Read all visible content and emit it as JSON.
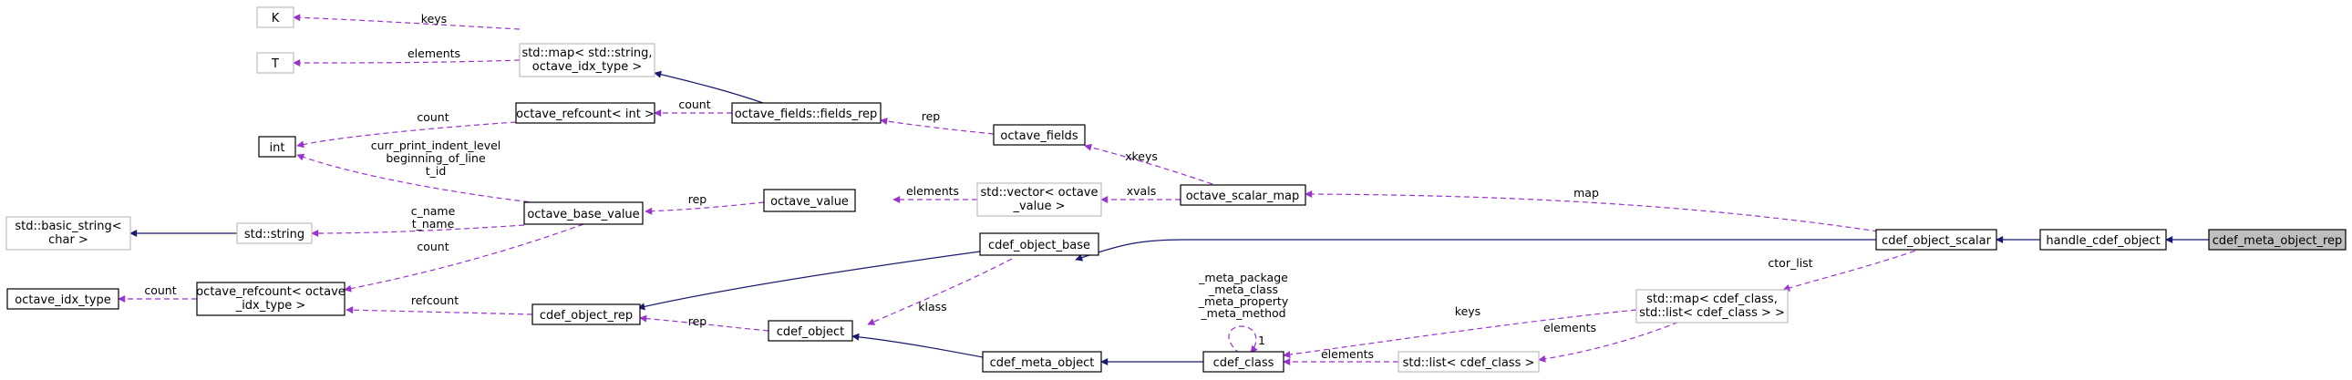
{
  "nodes": {
    "K": "K",
    "T": "T",
    "std_map_string": [
      "std::map< std::string,",
      "octave_idx_type >"
    ],
    "octave_refcount_int": "octave_refcount< int >",
    "octave_fields_rep": "octave_fields::fields_rep",
    "octave_fields": "octave_fields",
    "int": "int",
    "std_basic_string": [
      "std::basic_string<",
      "char >"
    ],
    "std_string": "std::string",
    "octave_base_value": "octave_base_value",
    "octave_value": "octave_value",
    "std_vector": [
      "std::vector< octave",
      "_value >"
    ],
    "octave_scalar_map": "octave_scalar_map",
    "cdef_object_scalar": "cdef_object_scalar",
    "handle_cdef_object": "handle_cdef_object",
    "cdef_meta_object_rep": "cdef_meta_object_rep",
    "octave_idx_type": "octave_idx_type",
    "octave_refcount_idx": [
      "octave_refcount< octave",
      "_idx_type >"
    ],
    "cdef_object_rep": "cdef_object_rep",
    "cdef_object_base": "cdef_object_base",
    "cdef_object": "cdef_object",
    "cdef_meta_object": "cdef_meta_object",
    "cdef_class": "cdef_class",
    "std_list": "std::list< cdef_class >",
    "std_map_cdef": [
      "std::map< cdef_class,",
      "std::list< cdef_class > >"
    ]
  },
  "edge_labels": {
    "keys_K": "keys",
    "elements_T": "elements",
    "count_refcount_int": "count",
    "rep_fields": "rep",
    "count_int": "count",
    "xkeys": "xkeys",
    "xvals": "xvals",
    "elements_vector": "elements",
    "rep_value": "rep",
    "int_members": [
      "curr_print_indent_level",
      "beginning_of_line",
      "t_id"
    ],
    "string_members": [
      "c_name",
      "t_name"
    ],
    "count_base": "count",
    "map": "map",
    "ctor_list": "ctor_list",
    "count_idx": "count",
    "refcount": "refcount",
    "rep_object": "rep",
    "klass": "klass",
    "meta_members": [
      "_meta_package",
      "_meta_class",
      "_meta_property",
      "_meta_method"
    ],
    "self_one": "1",
    "keys_class": "keys",
    "elements_list": "elements",
    "elements_class": "elements"
  },
  "colors": {
    "inheritance": "#191970",
    "usage": "#9a32cd",
    "external_border": "#bfbfbf",
    "focus_fill": "#bfbfbf"
  }
}
